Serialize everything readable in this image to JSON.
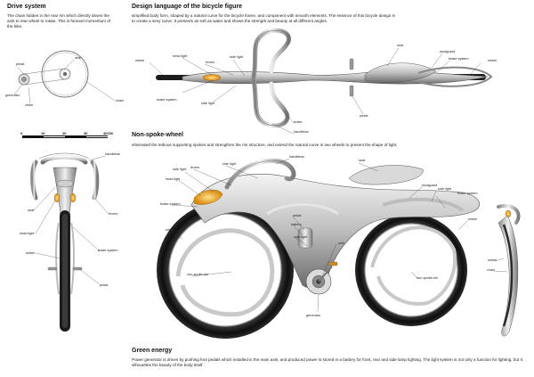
{
  "sections": {
    "drive": {
      "title": "Drive system",
      "text": "The chain hidden in the rear rim which directly drives the axle to rear wheel to rotate. This is forward momentum of the bike."
    },
    "design": {
      "title": "Design language of the bicycle figure",
      "text": "simplified body form, shaped by a natural curve for the bicycle frame, and component with smooth elements. The essence of this bicycle design is to create a sexy curve. It presents as soft as water and shows the strength and beauty at all different angles."
    },
    "nonspoke": {
      "title": "Non-spoke-wheel",
      "text": "eliminated the tedious supporting spokes and strengthen the rim structure, and extend the natural curve in two wheels to present the shape of light."
    },
    "green": {
      "title": "Green energy",
      "text": "Power generator is driven by pushing foot pedals which installed in the main axle, and produced power is stored in a battery for front, rear and side lamp lighting. The light system is not only a function for lighting, but it silhouettes the beauty of the body itself."
    }
  },
  "scale": {
    "ticks": [
      "0",
      "10",
      "20",
      "30",
      "40CM"
    ]
  },
  "labels": {
    "drive": {
      "pedal": "pedal",
      "axle": "axle",
      "generator": "generator",
      "chain_small": "chain",
      "chain": "chain"
    },
    "top": {
      "wheel_left": "wheel",
      "head_light": "head light",
      "side_light_top": "side light",
      "levers": "levers",
      "brake_system_left": "brake system",
      "side_light_bottom": "side light",
      "seat": "seat",
      "mudguard": "mudguard",
      "brake_system_right": "brake system",
      "wheel_right": "wheel",
      "pedal": "pedal",
      "brake": "brake",
      "handlebar": "handlebar"
    },
    "front": {
      "handlebar": "handlebar",
      "seat": "seat",
      "levers": "levers",
      "head_light": "head light",
      "brake_system": "brake system",
      "wheel": "wheel",
      "pedal": "pedal"
    },
    "side": {
      "handlebar": "handlebar",
      "side_light_1": "side light",
      "levers": "levers",
      "side_light_2": "side light",
      "head_light": "head light",
      "brake_system_left": "brake system",
      "seat": "seat",
      "mudguard": "mudguard",
      "side_light_r": "side light",
      "brake_system_right": "brake system",
      "pedal": "pedal",
      "battery": "battery",
      "side_light_c": "side light",
      "wheel_left": "wheel",
      "wheel_right": "wheel",
      "axle": "axle",
      "non_spoke_rim_left": "non-spoke-rim",
      "non_spoke_rim_right": "non-spoke-rim",
      "generator": "generator"
    },
    "rear": {
      "wheel": "wheel",
      "chain": "chain"
    }
  },
  "colors": {
    "frame": "#cfcfcf",
    "frame_dark": "#6e6e6e",
    "tire": "#1c1c1c",
    "light": "#e8a51c"
  }
}
